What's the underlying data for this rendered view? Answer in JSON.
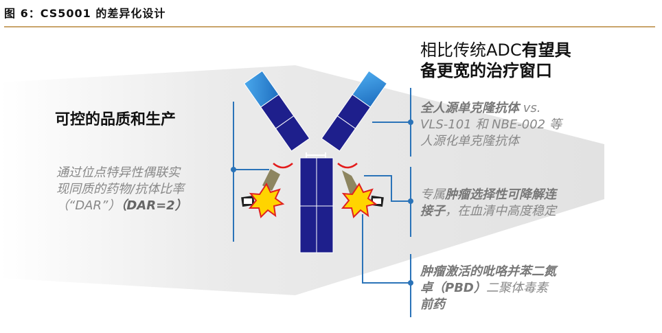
{
  "figure_title": "图 6：CS5001 的差异化设计",
  "right_heading": {
    "line1_normal": "相比传统ADC",
    "line1_bold": "有望具",
    "line2_bold": "备更宽的治疗窗口"
  },
  "left_heading": "可控的品质和生产",
  "left_desc": {
    "line1": "通过位点特异性偶联实",
    "line2": "现同质的药物/抗体比率",
    "line3_normal": "（“DAR”）",
    "line3_bold": "（DAR=2）"
  },
  "callout1": {
    "bold": "全人源单克隆抗体",
    "normal1": " vs.",
    "line2": "VLS-101 和 NBE-002 等",
    "line3": "人源化单克隆抗体"
  },
  "callout2": {
    "normal1": "专属",
    "bold": "肿瘤选择性可降解连",
    "bold2": "接子",
    "normal2": "，在血清中高度稳定"
  },
  "callout3": {
    "bold1": "肿瘤激活的吡咯并苯二氮",
    "bold2": "卓（PBD）",
    "normal": "二聚体毒素",
    "bold3": "前药"
  },
  "colors": {
    "rule": "#c9a46a",
    "connector": "#2a73b8",
    "heavy_chain": "#1e1f8c",
    "light_chain": "#2f8fd8",
    "linker": "#e31b1b",
    "payload_star": "#ffd400",
    "payload_outline": "#e02020",
    "arrow_band": "#e6e6e6"
  }
}
